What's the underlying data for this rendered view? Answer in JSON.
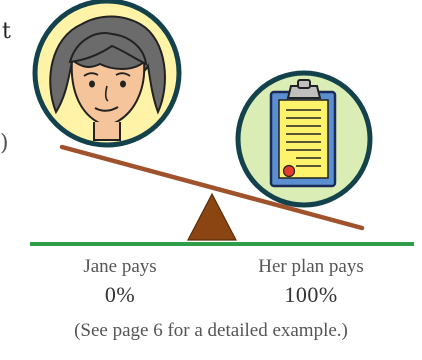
{
  "left_party": {
    "caption": "Jane pays",
    "share": "0%"
  },
  "right_party": {
    "caption": "Her plan pays",
    "share": "100%"
  },
  "footnote": "(See page 6 for a detailed example.)",
  "fragments": {
    "top_left": "t",
    "mid_left": ")"
  },
  "colors": {
    "face_circle_fill": "#fff3a8",
    "doc_circle_fill": "#d9edb4",
    "circle_outline": "#13424d",
    "beam": "#a0522d",
    "fulcrum": "#8b4513",
    "ground_line": "#2e9c49",
    "clipboard_board": "#5b8fcf",
    "clipboard_paper": "#fff36b",
    "seal": "#e33b2e"
  },
  "icons": {
    "face": "woman-face-icon",
    "document": "clipboard-document-icon",
    "fulcrum": "fulcrum-triangle-icon"
  }
}
